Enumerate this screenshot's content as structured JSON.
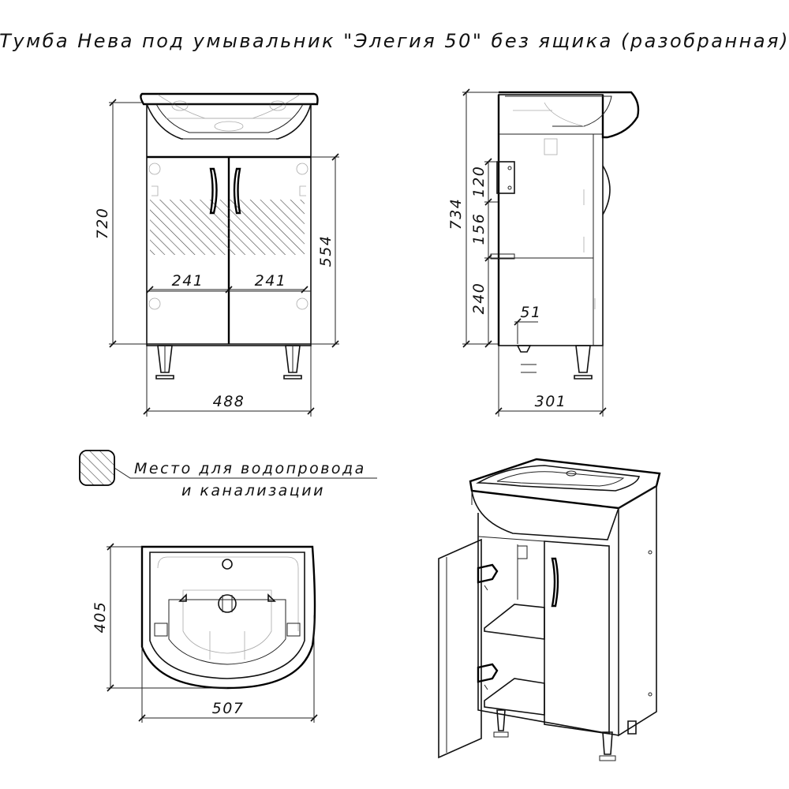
{
  "title": "Тумба Нева под умывальник \"Элегия 50\" без ящика (разобранная)",
  "front_view": {
    "height_total": "720",
    "height_body": "554",
    "door_left_width": "241",
    "door_right_width": "241",
    "width": "488"
  },
  "side_view": {
    "height_total": "734",
    "zone_top": "120",
    "zone_middle": "156",
    "zone_bottom": "240",
    "offset": "51",
    "depth": "301"
  },
  "legend": {
    "line1": "Место для водопровода",
    "line2": "и канализации"
  },
  "top_view": {
    "depth": "405",
    "width": "507"
  }
}
